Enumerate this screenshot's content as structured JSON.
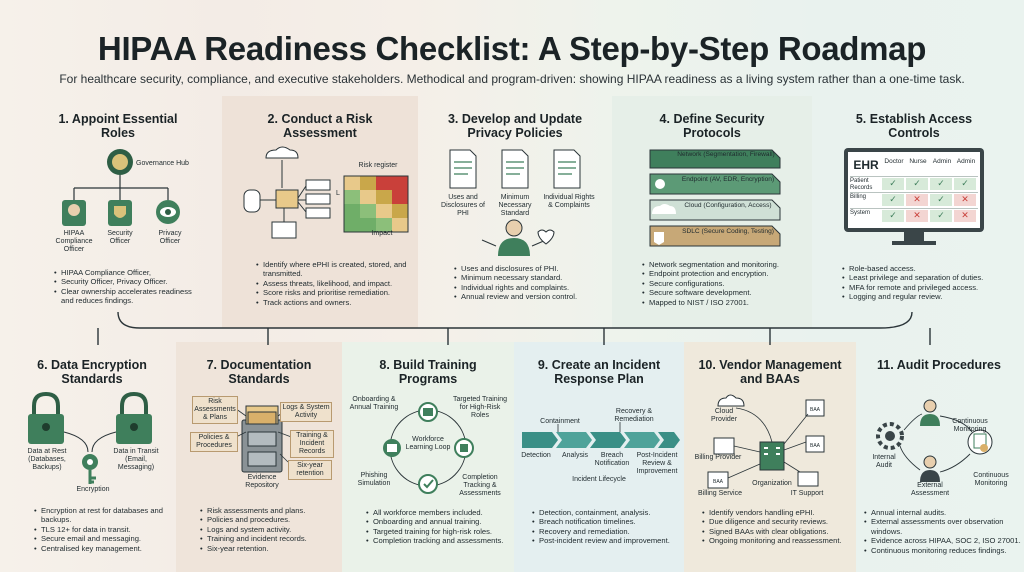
{
  "title": "HIPAA Readiness Checklist: A Step-by-Step Roadmap",
  "subtitle": "For healthcare security, compliance, and executive stakeholders. Methodical and program-driven: showing HIPAA readiness as a living system rather than a one-time task.",
  "steps": [
    {
      "title": "1. Appoint Essential Roles",
      "labels": {
        "hub": "Governance Hub",
        "r1": "HIPAA Compliance Officer",
        "r2": "Security Officer",
        "r3": "Privacy Officer"
      },
      "bullets": [
        "HIPAA Compliance Officer,",
        "Security Officer, Privacy Officer.",
        "Clear ownership accelerates readiness and reduces findings."
      ]
    },
    {
      "title": "2. Conduct a Risk Assessment",
      "labels": {
        "register": "Risk register",
        "l": "L",
        "impact": "Impact"
      },
      "bullets": [
        "Identify where ePHI is created, stored, and transmitted.",
        "Assess threats, likelihood, and impact.",
        "Score risks and prioritise remediation.",
        "Track actions and owners."
      ]
    },
    {
      "title": "3. Develop and Update Privacy Policies",
      "labels": {
        "d1": "Uses and Disclosures of PHI",
        "d2": "Minimum Necessary Standard",
        "d3": "Individual Rights & Complaints"
      },
      "bullets": [
        "Uses and disclosures of PHI.",
        "Minimum necessary standard.",
        "Individual rights and complaints.",
        "Annual review and version control."
      ]
    },
    {
      "title": "4. Define Security Protocols",
      "labels": {
        "l1": "Network (Segmentation, Firewall)",
        "l2": "Endpoint (AV, EDR, Encryption)",
        "l3": "Cloud (Configuration, Access)",
        "l4": "SDLC (Secure Coding, Testing)"
      },
      "bullets": [
        "Network segmentation and monitoring.",
        "Endpoint protection and encryption.",
        "Secure configurations.",
        "Secure software development.",
        "Mapped to NIST / ISO 27001."
      ]
    },
    {
      "title": "5. Establish Access Controls",
      "labels": {
        "ehr": "EHR",
        "cols": [
          "Doctor",
          "Nurse",
          "Admin",
          "Admin"
        ],
        "rows": [
          "Patient Records",
          "Billing",
          "System"
        ]
      },
      "matrix": [
        [
          1,
          1,
          1,
          1
        ],
        [
          1,
          0,
          1,
          0
        ],
        [
          1,
          0,
          1,
          0
        ]
      ],
      "bullets": [
        "Role-based access.",
        "Least privilege and separation of duties.",
        "MFA for remote and privileged access.",
        "Logging and regular review."
      ]
    },
    {
      "title": "6. Data Encryption Standards",
      "labels": {
        "rest": "Data at Rest (Databases, Backups)",
        "transit": "Data in Transit (Email, Messaging)",
        "enc": "Encryption"
      },
      "bullets": [
        "Encryption at rest for databases and backups.",
        "TLS 12+ for data in transit.",
        "Secure email and messaging.",
        "Centralised key management."
      ]
    },
    {
      "title": "7. Documentation Standards",
      "labels": {
        "t1": "Risk Assessments & Plans",
        "t2": "Policies & Procedures",
        "t3": "Logs & System Activity",
        "t4": "Training & Incident Records",
        "t5": "Six-year retention",
        "repo": "Evidence Repository"
      },
      "bullets": [
        "Risk assessments and plans.",
        "Policies and procedures.",
        "Logs and system activity.",
        "Training and incident records.",
        "Six-year retention."
      ]
    },
    {
      "title": "8. Build Training Programs",
      "labels": {
        "a": "Onboarding & Annual Training",
        "b": "Targeted Training for High-Risk Roles",
        "c": "Completion Tracking & Assessments",
        "d": "Phishing Simulation",
        "center": "Workforce Learning Loop"
      },
      "bullets": [
        "All workforce members included.",
        "Onboarding and annual training.",
        "Targeted training for high-risk roles.",
        "Completion tracking and assessments."
      ]
    },
    {
      "title": "9. Create an Incident Response Plan",
      "labels": {
        "containment": "Containment",
        "recovery": "Recovery & Remediation",
        "detection": "Detection",
        "analysis": "Analysis",
        "breach": "Breach Notification",
        "post": "Post-Incident Review & Improvement",
        "lifecycle": "Incident Lifecycle"
      },
      "bullets": [
        "Detection, containment, analysis.",
        "Breach notification timelines.",
        "Recovery and remediation.",
        "Post-incident review and improvement."
      ]
    },
    {
      "title": "10. Vendor Management and BAAs",
      "labels": {
        "cloud": "Cloud Provider",
        "billingp": "Billing Provider",
        "billings": "Billing Service",
        "org": "Organization",
        "it": "IT Support",
        "baa": "BAA"
      },
      "bullets": [
        "Identify vendors handling ePHI.",
        "Due diligence and security reviews.",
        "Signed BAAs with clear obligations.",
        "Ongoing monitoring and reassessment."
      ]
    },
    {
      "title": "11. Audit Procedures",
      "labels": {
        "internal": "Internal Audit",
        "continuous1": "Continuous Monitoring",
        "external": "External Assessment",
        "continuous2": "Continuous Monitoring"
      },
      "bullets": [
        "Annual internal audits.",
        "External assessments over observation windows.",
        "Evidence across HIPAA, SOC 2, ISO 27001.",
        "Continuous monitoring reduces findings."
      ]
    }
  ],
  "colors": {
    "green": "#3f7f5c",
    "darkgreen": "#2e5e45",
    "teal": "#3a8f86",
    "red": "#c9403a",
    "line": "#2b3539"
  }
}
